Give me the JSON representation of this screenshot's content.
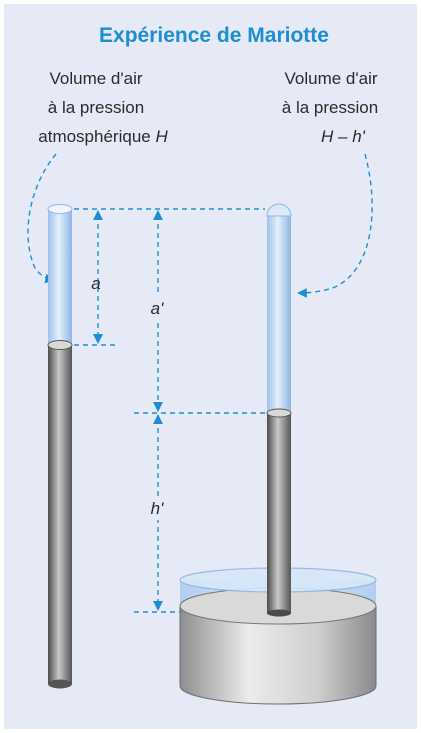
{
  "title": "Expérience de Mariotte",
  "left_label": {
    "line1": "Volume d'air",
    "line2": "à la pression",
    "line3_prefix": "atmosphérique ",
    "line3_var": "H"
  },
  "right_label": {
    "line1": "Volume d'air",
    "line2": "à la pression",
    "line3": "H – h'"
  },
  "dims": {
    "a": "a",
    "a_prime": "a'",
    "h_prime": "h'"
  },
  "colors": {
    "panel": "#e6e9f6",
    "accent": "#1d8fd0",
    "air": "#bcd6f2",
    "mercury_dark": "#6b6b6b",
    "mercury_light": "#d6d6d6"
  }
}
